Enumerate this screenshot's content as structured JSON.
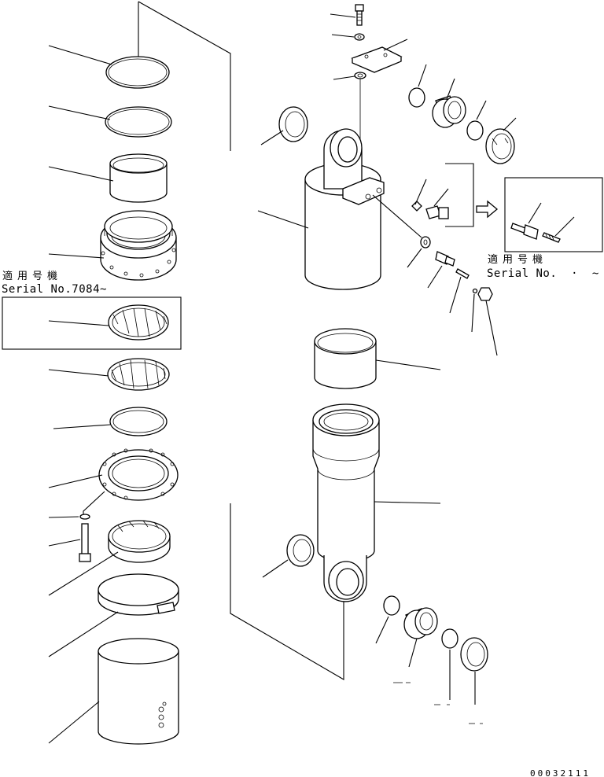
{
  "labels": {
    "applicable_left_jp": "適用号機",
    "serial_left": "Serial No.7084~",
    "applicable_right_jp": "適用号機",
    "serial_right": "Serial No.  ·  ~",
    "drawing_code": "00032111"
  },
  "icons": {
    "arrow": "hollow-right-arrow-icon"
  }
}
